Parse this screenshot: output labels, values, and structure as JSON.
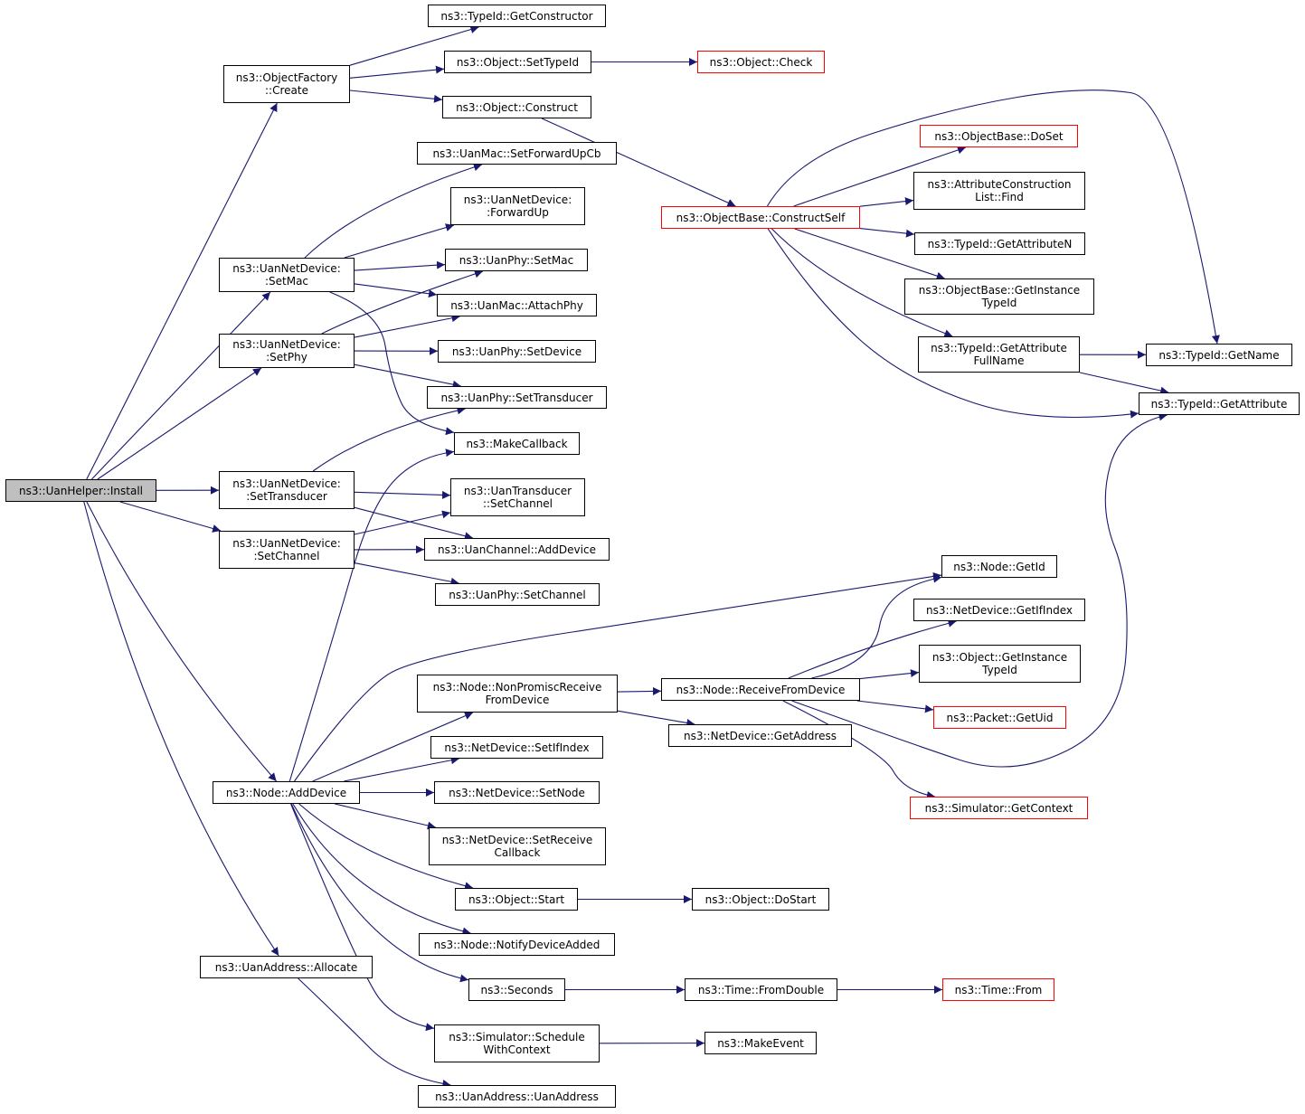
{
  "colors": {
    "edge": "#191970",
    "node_border": "#000000",
    "truncated_border": "#ff0000",
    "root_fill": "#bfbfbf",
    "background": "#ffffff"
  },
  "nodes": {
    "install": {
      "label": "ns3::UanHelper::Install",
      "root": true
    },
    "getconstructor": {
      "label": "ns3::TypeId::GetConstructor"
    },
    "objectfactory_create": {
      "label": "ns3::ObjectFactory\n::Create"
    },
    "object_settypeid": {
      "label": "ns3::Object::SetTypeId"
    },
    "object_check": {
      "label": "ns3::Object::Check",
      "truncated": true
    },
    "object_construct": {
      "label": "ns3::Object::Construct"
    },
    "uanmac_setforwardupcb": {
      "label": "ns3::UanMac::SetForwardUpCb"
    },
    "objectbase_doset": {
      "label": "ns3::ObjectBase::DoSet",
      "truncated": true
    },
    "uannetdevice_forwardup": {
      "label": "ns3::UanNetDevice:\n:ForwardUp"
    },
    "objectbase_constructself": {
      "label": "ns3::ObjectBase::ConstructSelf",
      "truncated": true
    },
    "attrconstructionlist_find": {
      "label": "ns3::AttributeConstruction\nList::Find"
    },
    "uanphy_setmac": {
      "label": "ns3::UanPhy::SetMac"
    },
    "uannetdevice_setmac": {
      "label": "ns3::UanNetDevice:\n:SetMac"
    },
    "typeid_getattributen": {
      "label": "ns3::TypeId::GetAttributeN"
    },
    "uanmac_attachphy": {
      "label": "ns3::UanMac::AttachPhy"
    },
    "objectbase_getinstancetypeid": {
      "label": "ns3::ObjectBase::GetInstance\nTypeId"
    },
    "uannetdevice_setphy": {
      "label": "ns3::UanNetDevice:\n:SetPhy"
    },
    "uanphy_setdevice": {
      "label": "ns3::UanPhy::SetDevice"
    },
    "typeid_getattributefullname": {
      "label": "ns3::TypeId::GetAttribute\nFullName"
    },
    "typeid_getname": {
      "label": "ns3::TypeId::GetName"
    },
    "uanphy_settransducer": {
      "label": "ns3::UanPhy::SetTransducer"
    },
    "typeid_getattribute": {
      "label": "ns3::TypeId::GetAttribute"
    },
    "makecallback": {
      "label": "ns3::MakeCallback"
    },
    "uannetdevice_settransducer": {
      "label": "ns3::UanNetDevice:\n:SetTransducer"
    },
    "uantransducer_setchannel": {
      "label": "ns3::UanTransducer\n::SetChannel"
    },
    "uannetdevice_setchannel": {
      "label": "ns3::UanNetDevice:\n:SetChannel"
    },
    "uanchannel_adddevice": {
      "label": "ns3::UanChannel::AddDevice"
    },
    "node_getid": {
      "label": "ns3::Node::GetId"
    },
    "uanphy_setchannel": {
      "label": "ns3::UanPhy::SetChannel"
    },
    "netdevice_getifindex": {
      "label": "ns3::NetDevice::GetIfIndex"
    },
    "object_getinstancetypeid": {
      "label": "ns3::Object::GetInstance\nTypeId"
    },
    "node_nonpromiscreceive": {
      "label": "ns3::Node::NonPromiscReceive\nFromDevice"
    },
    "node_receivefromdevice": {
      "label": "ns3::Node::ReceiveFromDevice"
    },
    "packet_getuid": {
      "label": "ns3::Packet::GetUid",
      "truncated": true
    },
    "netdevice_getaddress": {
      "label": "ns3::NetDevice::GetAddress"
    },
    "netdevice_setifindex": {
      "label": "ns3::NetDevice::SetIfIndex"
    },
    "node_adddevice": {
      "label": "ns3::Node::AddDevice"
    },
    "netdevice_setnode": {
      "label": "ns3::NetDevice::SetNode"
    },
    "simulator_getcontext": {
      "label": "ns3::Simulator::GetContext",
      "truncated": true
    },
    "netdevice_setreceivecallback": {
      "label": "ns3::NetDevice::SetReceive\nCallback"
    },
    "object_start": {
      "label": "ns3::Object::Start"
    },
    "object_dostart": {
      "label": "ns3::Object::DoStart"
    },
    "node_notifydeviceadded": {
      "label": "ns3::Node::NotifyDeviceAdded"
    },
    "uanaddress_allocate": {
      "label": "ns3::UanAddress::Allocate"
    },
    "seconds": {
      "label": "ns3::Seconds"
    },
    "time_fromdouble": {
      "label": "ns3::Time::FromDouble"
    },
    "time_from": {
      "label": "ns3::Time::From",
      "truncated": true
    },
    "simulator_schedulewithcontext": {
      "label": "ns3::Simulator::Schedule\nWithContext"
    },
    "makeevent": {
      "label": "ns3::MakeEvent"
    },
    "uanaddress_uanaddress": {
      "label": "ns3::UanAddress::UanAddress"
    }
  },
  "edges": [
    [
      "install",
      "objectfactory_create"
    ],
    [
      "install",
      "uannetdevice_setmac"
    ],
    [
      "install",
      "uannetdevice_setphy"
    ],
    [
      "install",
      "uannetdevice_settransducer"
    ],
    [
      "install",
      "uannetdevice_setchannel"
    ],
    [
      "install",
      "node_adddevice"
    ],
    [
      "install",
      "uanaddress_allocate"
    ],
    [
      "objectfactory_create",
      "getconstructor"
    ],
    [
      "objectfactory_create",
      "object_settypeid"
    ],
    [
      "objectfactory_create",
      "object_construct"
    ],
    [
      "object_settypeid",
      "object_check"
    ],
    [
      "object_construct",
      "objectbase_constructself"
    ],
    [
      "objectbase_constructself",
      "objectbase_doset"
    ],
    [
      "objectbase_constructself",
      "attrconstructionlist_find"
    ],
    [
      "objectbase_constructself",
      "typeid_getattributen"
    ],
    [
      "objectbase_constructself",
      "objectbase_getinstancetypeid"
    ],
    [
      "objectbase_constructself",
      "typeid_getattributefullname"
    ],
    [
      "objectbase_constructself",
      "typeid_getname"
    ],
    [
      "objectbase_constructself",
      "typeid_getattribute"
    ],
    [
      "typeid_getattributefullname",
      "typeid_getname"
    ],
    [
      "typeid_getattributefullname",
      "typeid_getattribute"
    ],
    [
      "uannetdevice_setmac",
      "uanmac_setforwardupcb"
    ],
    [
      "uannetdevice_setmac",
      "uannetdevice_forwardup"
    ],
    [
      "uannetdevice_setmac",
      "uanphy_setmac"
    ],
    [
      "uannetdevice_setmac",
      "uanmac_attachphy"
    ],
    [
      "uannetdevice_setmac",
      "makecallback"
    ],
    [
      "uannetdevice_setphy",
      "uanphy_setmac"
    ],
    [
      "uannetdevice_setphy",
      "uanmac_attachphy"
    ],
    [
      "uannetdevice_setphy",
      "uanphy_setdevice"
    ],
    [
      "uannetdevice_setphy",
      "uanphy_settransducer"
    ],
    [
      "uannetdevice_settransducer",
      "uanphy_settransducer"
    ],
    [
      "uannetdevice_settransducer",
      "uantransducer_setchannel"
    ],
    [
      "uannetdevice_settransducer",
      "uanchannel_adddevice"
    ],
    [
      "uannetdevice_setchannel",
      "uantransducer_setchannel"
    ],
    [
      "uannetdevice_setchannel",
      "uanchannel_adddevice"
    ],
    [
      "uannetdevice_setchannel",
      "uanphy_setchannel"
    ],
    [
      "node_adddevice",
      "makecallback"
    ],
    [
      "node_adddevice",
      "node_getid"
    ],
    [
      "node_adddevice",
      "node_nonpromiscreceive"
    ],
    [
      "node_adddevice",
      "netdevice_setifindex"
    ],
    [
      "node_adddevice",
      "netdevice_setnode"
    ],
    [
      "node_adddevice",
      "netdevice_setreceivecallback"
    ],
    [
      "node_adddevice",
      "object_start"
    ],
    [
      "node_adddevice",
      "node_notifydeviceadded"
    ],
    [
      "node_adddevice",
      "seconds"
    ],
    [
      "node_adddevice",
      "simulator_schedulewithcontext"
    ],
    [
      "node_nonpromiscreceive",
      "node_receivefromdevice"
    ],
    [
      "node_nonpromiscreceive",
      "netdevice_getaddress"
    ],
    [
      "node_receivefromdevice",
      "node_getid"
    ],
    [
      "node_receivefromdevice",
      "netdevice_getifindex"
    ],
    [
      "node_receivefromdevice",
      "object_getinstancetypeid"
    ],
    [
      "node_receivefromdevice",
      "packet_getuid"
    ],
    [
      "node_receivefromdevice",
      "simulator_getcontext"
    ],
    [
      "node_receivefromdevice",
      "typeid_getattribute"
    ],
    [
      "object_start",
      "object_dostart"
    ],
    [
      "seconds",
      "time_fromdouble"
    ],
    [
      "time_fromdouble",
      "time_from"
    ],
    [
      "simulator_schedulewithcontext",
      "makeevent"
    ],
    [
      "uanaddress_allocate",
      "uanaddress_uanaddress"
    ]
  ]
}
